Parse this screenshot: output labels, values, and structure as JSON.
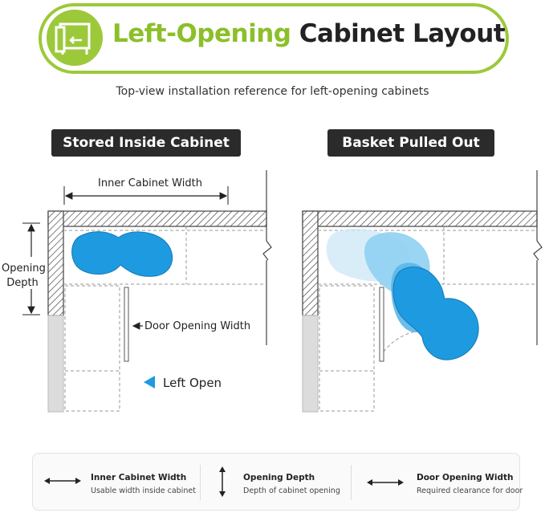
{
  "header": {
    "title_highlight": "Left-Opening",
    "title_rest": "Cabinet Layout",
    "subtitle": "Top-view installation reference for left-opening cabinets",
    "icon": "cabinet-door-icon",
    "accent_color": "#9cc93a"
  },
  "panels": [
    {
      "label": "Stored Inside Cabinet",
      "dimension_width": "Inner Cabinet Width",
      "dimension_depth_line1": "Opening",
      "dimension_depth_line2": "Depth",
      "door_label": "Door Opening Width",
      "direction_label": "Left Open"
    },
    {
      "label": "Basket Pulled Out"
    }
  ],
  "legend": {
    "items": [
      {
        "icon": "horizontal-double-arrow-icon",
        "title": "Inner Cabinet Width",
        "desc": "Usable width inside cabinet"
      },
      {
        "icon": "vertical-double-arrow-icon",
        "title": "Opening Depth",
        "desc": "Depth of cabinet opening"
      },
      {
        "icon": "horizontal-double-arrow-icon",
        "title": "Door Opening Width",
        "desc": "Required clearance for door"
      }
    ]
  },
  "colors": {
    "basket_blue": "#1e9be0",
    "basket_light": "#8fd0f2",
    "wall_hatch": "#555555",
    "label_bg": "#2b2b2b"
  }
}
